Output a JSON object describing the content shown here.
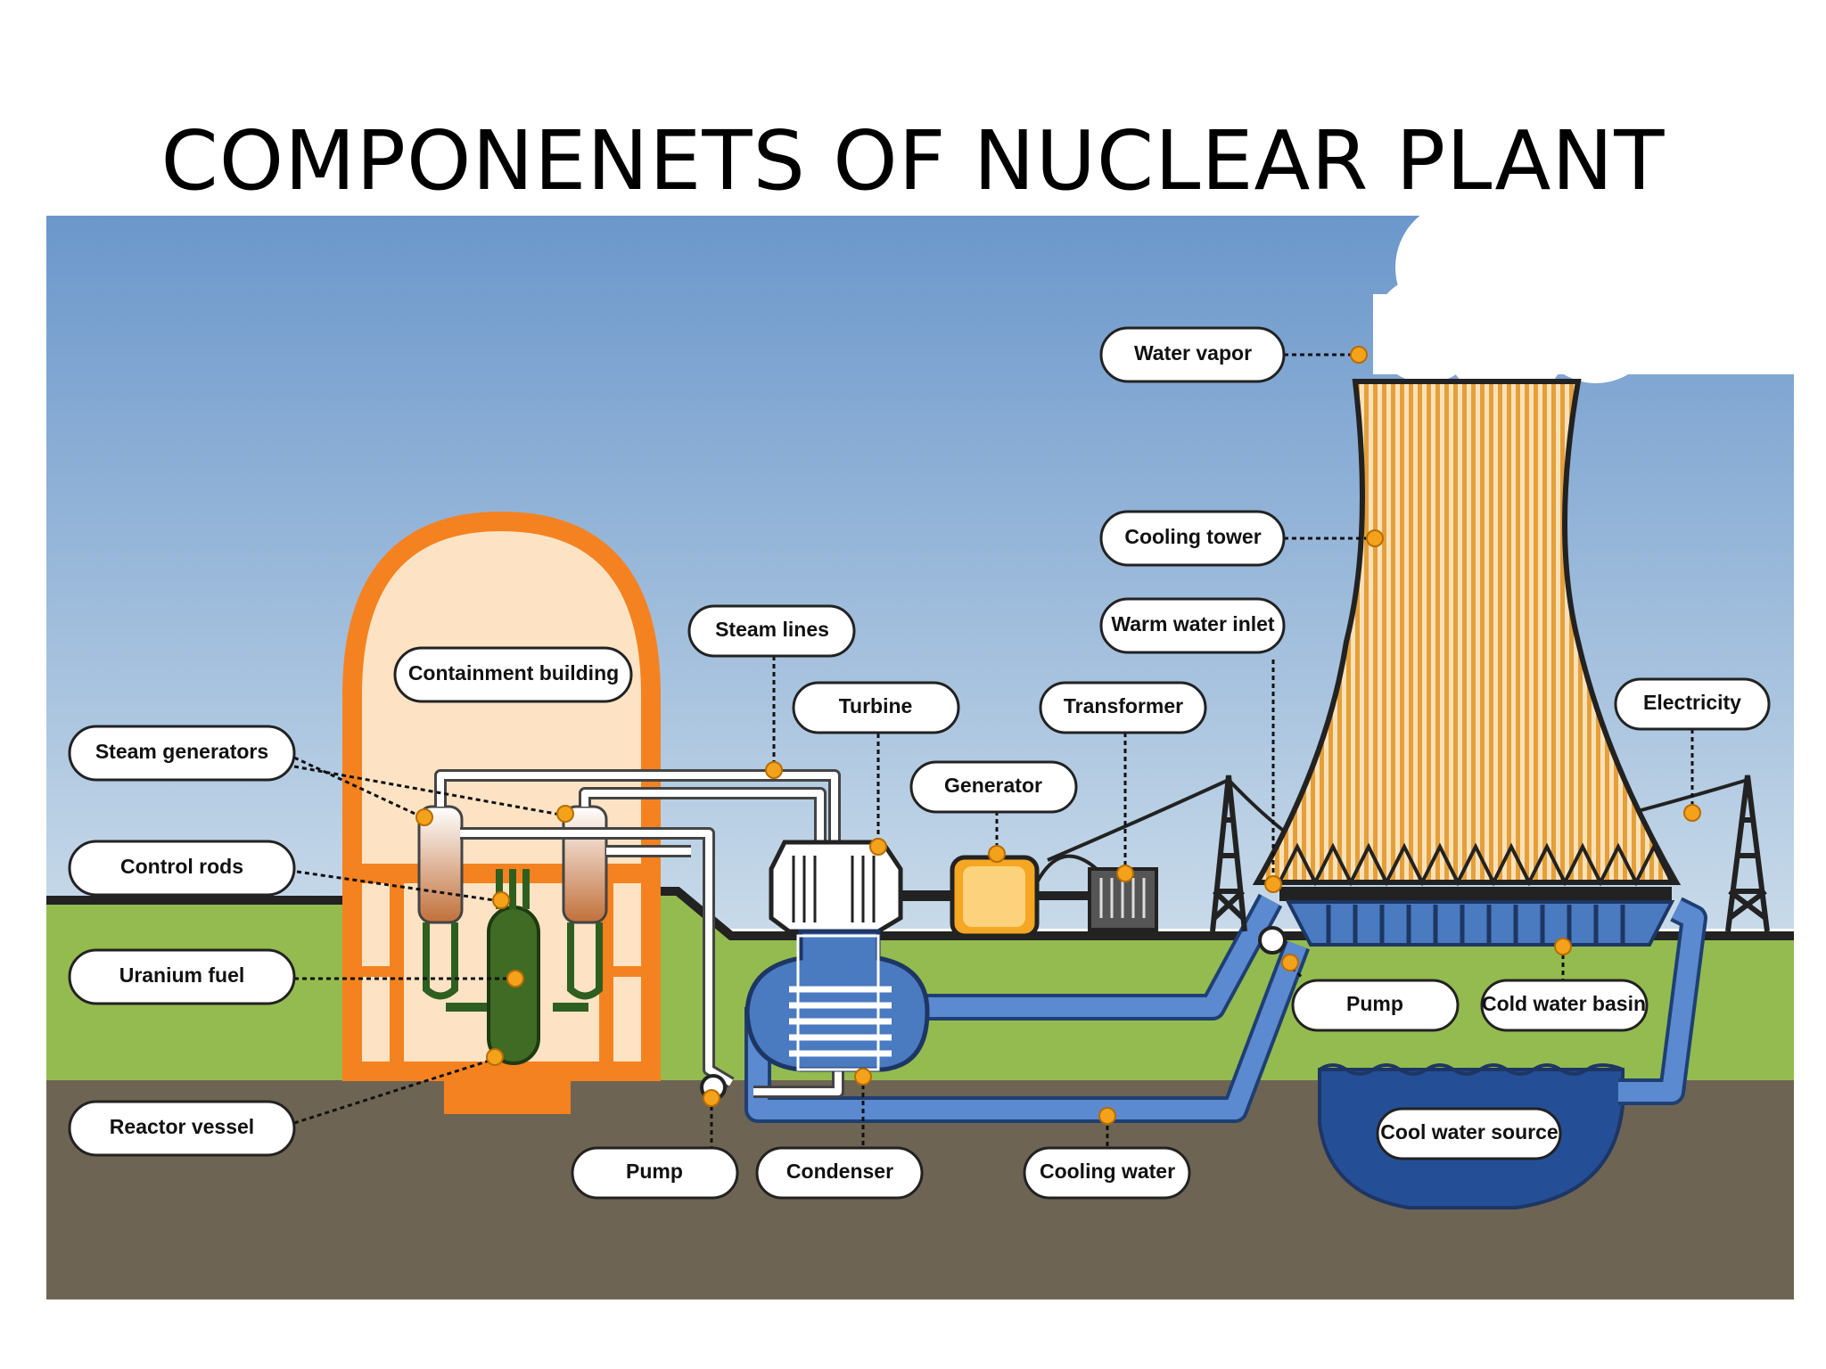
{
  "title": "COMPONENETS OF NUCLEAR PLANT",
  "labels": {
    "water_vapor": "Water vapor",
    "cooling_tower": "Cooling tower",
    "warm_water_inlet": "Warm water inlet",
    "steam_lines": "Steam lines",
    "containment_building": "Containment building",
    "turbine": "Turbine",
    "transformer": "Transformer",
    "electricity": "Electricity",
    "generator": "Generator",
    "steam_generators": "Steam generators",
    "control_rods": "Control rods",
    "uranium_fuel": "Uranium fuel",
    "reactor_vessel": "Reactor vessel",
    "pump_left": "Pump",
    "condenser": "Condenser",
    "cooling_water": "Cooling water",
    "pump_right": "Pump",
    "cold_water_basin": "Cold water basin",
    "cool_water_source": "Cool water source"
  },
  "colors": {
    "sky_top": "#6b97cb",
    "sky_bottom": "#bfd3e6",
    "grass": "#94bb4f",
    "ground": "#6e6453",
    "containment_orange": "#f58220",
    "containment_fill": "#fde3c4",
    "tower_stripes": "#e59f3a",
    "water_blue": "#2d5fa6",
    "fuel_green": "#3f6b25",
    "marker": "#f4a21b"
  },
  "icons": [
    "cloud-icon",
    "transmission-tower-icon",
    "generator-icon",
    "transformer-icon",
    "turbine-icon",
    "pump-icon"
  ]
}
